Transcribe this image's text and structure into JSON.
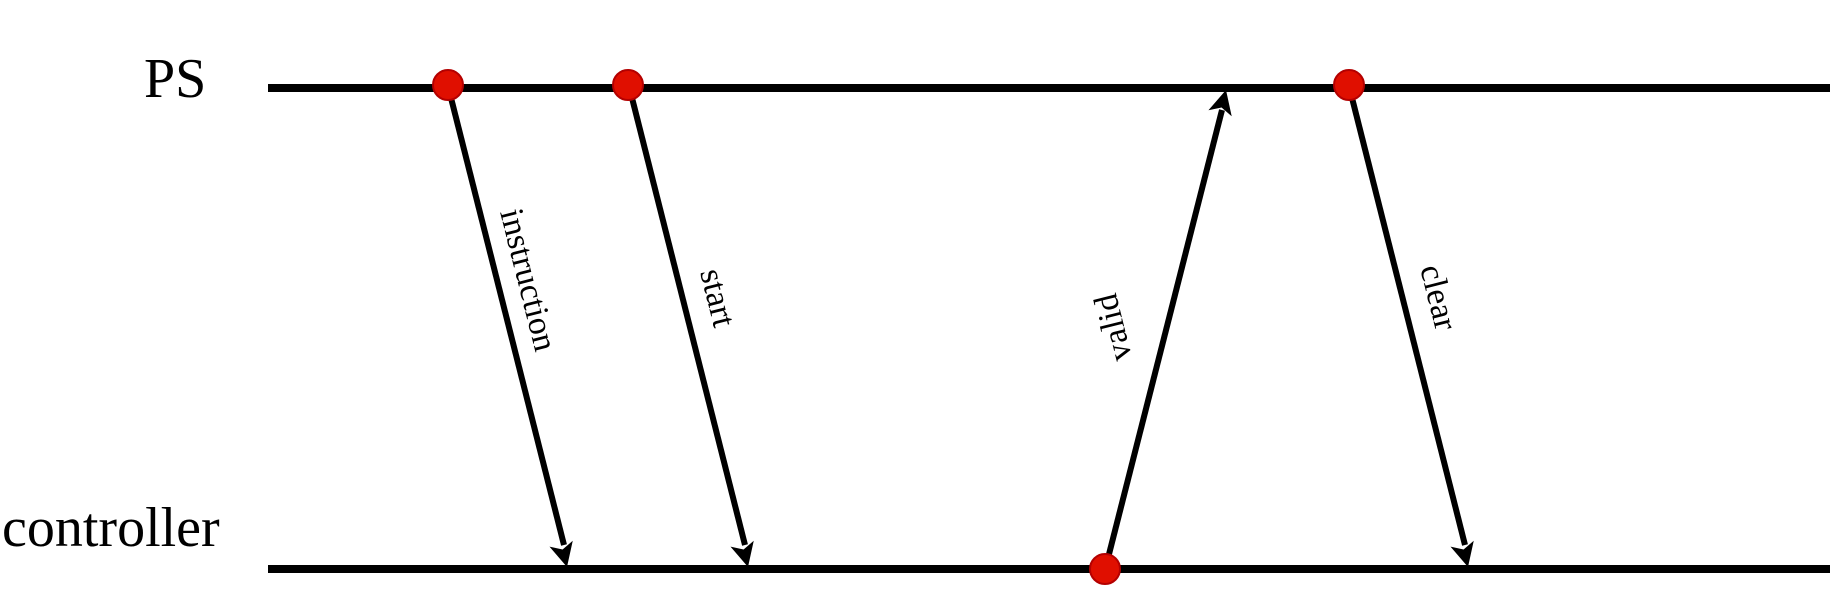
{
  "lanes": {
    "top": {
      "label": "PS"
    },
    "bottom": {
      "label": "controller"
    }
  },
  "messages": [
    {
      "label": "instruction",
      "direction": "PS-to-controller"
    },
    {
      "label": "start",
      "direction": "PS-to-controller"
    },
    {
      "label": "valid",
      "direction": "controller-to-PS"
    },
    {
      "label": "clear",
      "direction": "PS-to-controller"
    }
  ],
  "colors": {
    "line": "#000000",
    "event_dot": "#e00f00",
    "background": "#ffffff"
  }
}
